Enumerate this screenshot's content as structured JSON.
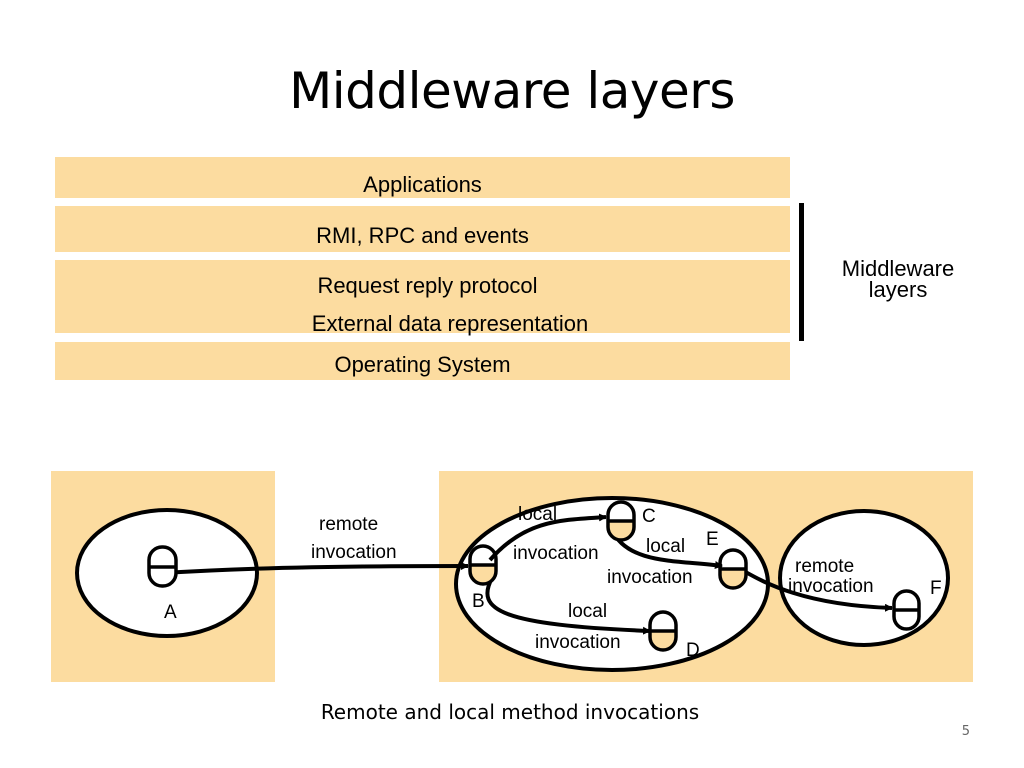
{
  "slide": {
    "title": "Middleware layers",
    "caption": "Remote and local method invocations",
    "page_number": "5"
  },
  "layers": {
    "applications": "Applications",
    "rmi": "RMI, RPC and events",
    "request_reply": "Request reply protocol",
    "external_data": "External data representation",
    "os": "Operating System",
    "middleware_line1": "Middleware",
    "middleware_line2": "layers"
  },
  "diagram": {
    "colors": {
      "panel": "#fcdca0",
      "object_fill": "#fcdca0",
      "stroke": "#000000"
    },
    "objects": {
      "a": "A",
      "b": "B",
      "c": "C",
      "d": "D",
      "e": "E",
      "f": "F"
    },
    "labels": {
      "remote_1": "remote",
      "invocation_1": "invocation",
      "local_c": "local",
      "invocation_c": "invocation",
      "local_e": "local",
      "invocation_e": "invocation",
      "local_d": "local",
      "invocation_d": "invocation",
      "remote_2": "remote",
      "invocation_2": "invocation"
    }
  }
}
